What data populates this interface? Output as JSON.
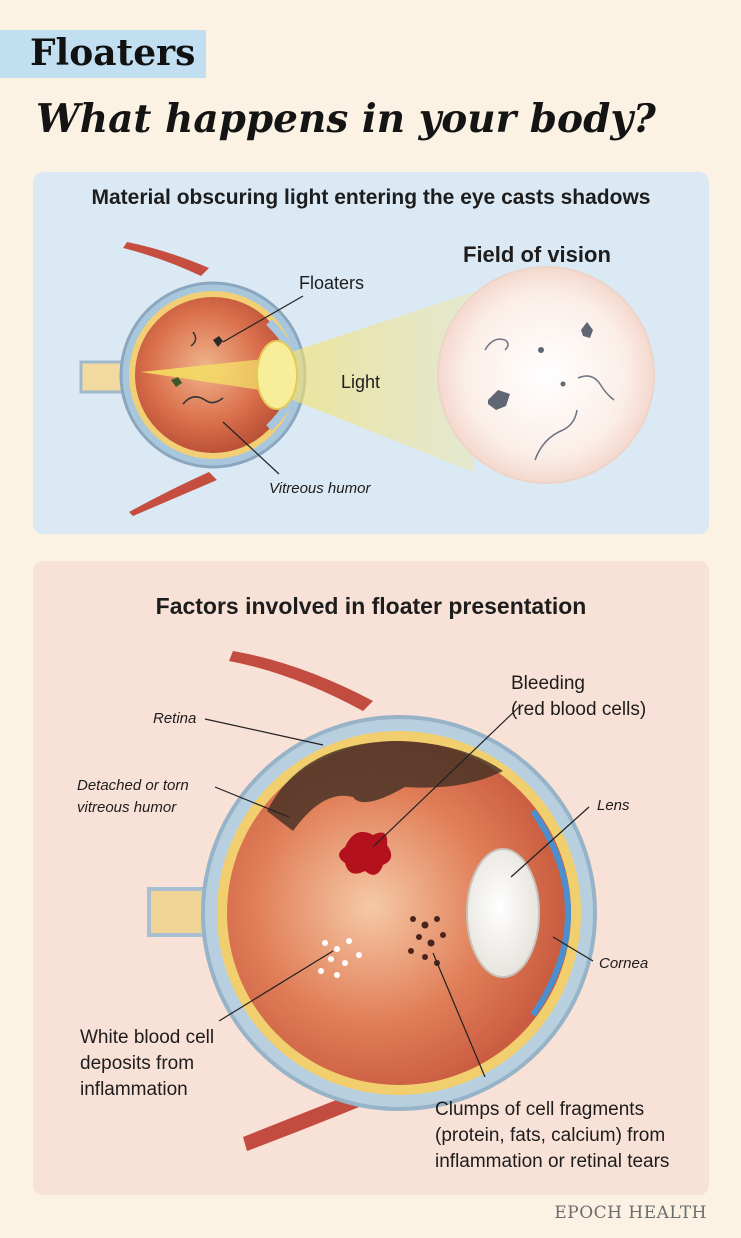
{
  "tag": "Floaters",
  "headline": "What happens in your body?",
  "panel1": {
    "title": "Material obscuring light entering the eye casts shadows",
    "field_of_vision": "Field of vision",
    "floaters": "Floaters",
    "light": "Light",
    "vitreous_humor": "Vitreous humor"
  },
  "panel2": {
    "title": "Factors involved in floater presentation",
    "retina": "Retina",
    "detached_lines": [
      "Detached or torn",
      "vitreous humor"
    ],
    "bleeding_lines": [
      "Bleeding",
      "(red blood cells)"
    ],
    "lens": "Lens",
    "cornea": "Cornea",
    "wbc_lines": [
      "White blood cell",
      "deposits from",
      "inflammation"
    ],
    "clumps_lines": [
      "Clumps of cell fragments",
      "(protein, fats, calcium) from",
      "inflammation or retinal tears"
    ]
  },
  "brand": "EPOCH HEALTH",
  "colors": {
    "background": "#fbf2e4",
    "tag": "#c2dff1",
    "panel1": "#dbe9f4",
    "panel2": "#f8e1d6",
    "eye_interior": "#d86a4e",
    "bleeding": "#b3121c"
  }
}
